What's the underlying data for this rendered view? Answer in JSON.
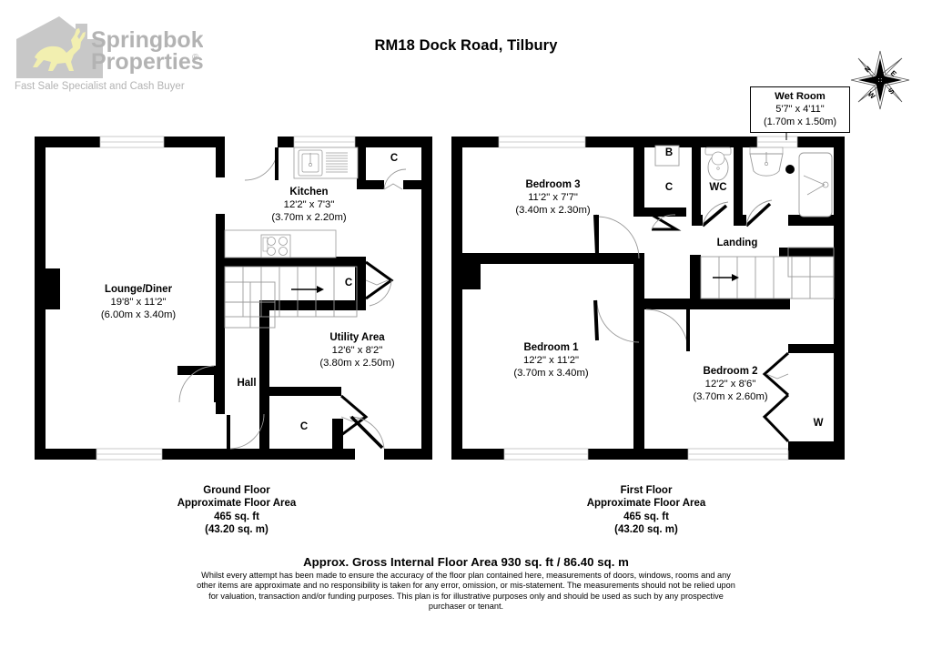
{
  "brand": {
    "name_line1": "Springbok",
    "name_line2": "Properties",
    "registered_mark": "®",
    "tagline": "Fast Sale Specialist and Cash Buyer",
    "house_color": "#c8c8c8",
    "antelope_color": "#f2efb0",
    "text_color": "#b3b3b3"
  },
  "header": {
    "title": "RM18 Dock Road, Tilbury"
  },
  "compass": {
    "north": "N",
    "east": "E",
    "south": "S",
    "west": "W"
  },
  "ground_floor": {
    "caption": {
      "floor": "Ground Floor",
      "area_label": "Approximate Floor Area",
      "area_imperial": "465 sq. ft",
      "area_metric": "(43.20 sq. m)"
    },
    "rooms": [
      {
        "name": "Lounge/Diner",
        "dim_imperial": "19'8\" x 11'2\"",
        "dim_metric": "(6.00m x 3.40m)"
      },
      {
        "name": "Kitchen",
        "dim_imperial": "12'2\" x 7'3\"",
        "dim_metric": "(3.70m x 2.20m)"
      },
      {
        "name": "Utility Area",
        "dim_imperial": "12'6\" x 8'2\"",
        "dim_metric": "(3.80m x 2.50m)"
      }
    ],
    "tags": [
      {
        "label": "Hall"
      },
      {
        "label": "C"
      },
      {
        "label": "C"
      },
      {
        "label": "C"
      }
    ]
  },
  "first_floor": {
    "caption": {
      "floor": "First Floor",
      "area_label": "Approximate Floor Area",
      "area_imperial": "465 sq. ft",
      "area_metric": "(43.20 sq. m)"
    },
    "rooms": [
      {
        "name": "Bedroom 3",
        "dim_imperial": "11'2\" x 7'7\"",
        "dim_metric": "(3.40m x 2.30m)"
      },
      {
        "name": "Bedroom 1",
        "dim_imperial": "12'2\" x 11'2\"",
        "dim_metric": "(3.70m x 3.40m)"
      },
      {
        "name": "Bedroom 2",
        "dim_imperial": "12'2\" x 8'6\"",
        "dim_metric": "(3.70m x 2.60m)"
      }
    ],
    "wet_room": {
      "name": "Wet Room",
      "dim_imperial": "5'7\" x 4'11\"",
      "dim_metric": "(1.70m x 1.50m)"
    },
    "tags": [
      {
        "label": "B"
      },
      {
        "label": "C"
      },
      {
        "label": "WC"
      },
      {
        "label": "Landing"
      },
      {
        "label": "W"
      }
    ]
  },
  "footer": {
    "gross_area": "Approx. Gross Internal Floor Area 930 sq. ft / 86.40 sq. m",
    "disclaimer": "Whilst every attempt has been made to ensure the accuracy of the floor plan contained here, measurements of doors, windows, rooms and any other items are approximate and no responsibility is taken for any error, omission, or mis-statement. The measurements should not be relied upon for valuation, transaction and/or funding purposes. This plan is for illustrative purposes only and should be used as such by any prospective purchaser or tenant."
  },
  "style": {
    "wall_color": "#000000",
    "fixture_stroke": "#9a9a9a",
    "page_background": "#ffffff"
  }
}
